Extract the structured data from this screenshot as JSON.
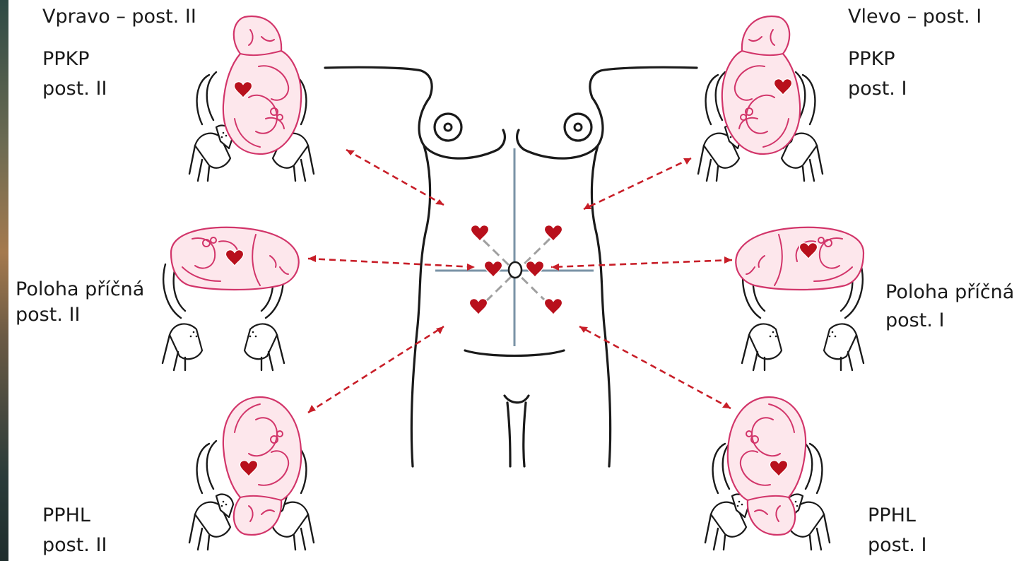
{
  "labels": {
    "top_left_title": "Vpravo – post. II",
    "top_left_line1": "PPKP",
    "top_left_line2": "post. II",
    "mid_left_line1": "Poloha příčná",
    "mid_left_line2": "post. II",
    "bottom_left_line1": "PPHL",
    "bottom_left_line2": "post. II",
    "top_right_title": "Vlevo – post. I",
    "top_right_line1": "PPKP",
    "top_right_line2": "post. I",
    "mid_right_line1": "Poloha příčná",
    "mid_right_line2": "post. I",
    "bottom_right_line1": "PPHL",
    "bottom_right_line2": "post. I"
  },
  "colors": {
    "fetus_outline": "#d2356a",
    "fetus_fill": "#fde7ec",
    "heart": "#b8101c",
    "arrow": "#c81e28",
    "axis": "#7a93a6",
    "diagonal": "#a0a0a0",
    "body_outline": "#1a1a1a"
  }
}
